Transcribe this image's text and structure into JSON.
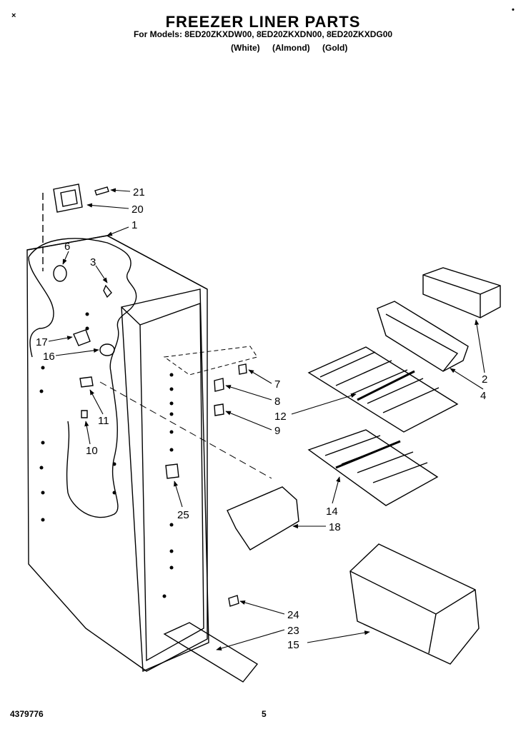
{
  "header": {
    "title": "FREEZER LINER PARTS",
    "models": "For Models: 8ED20ZKXDW00, 8ED20ZKXDN00, 8ED20ZKXDG00",
    "colors": [
      "(White)",
      "(Almond)",
      "(Gold)"
    ]
  },
  "footer": {
    "doc_number": "4379776",
    "page": "5"
  },
  "callouts": [
    "1",
    "2",
    "3",
    "4",
    "6",
    "7",
    "8",
    "9",
    "10",
    "11",
    "12",
    "14",
    "15",
    "16",
    "17",
    "18",
    "20",
    "21",
    "23",
    "24",
    "25"
  ],
  "marks": {
    "top_left": "×",
    "top_right": "•"
  }
}
